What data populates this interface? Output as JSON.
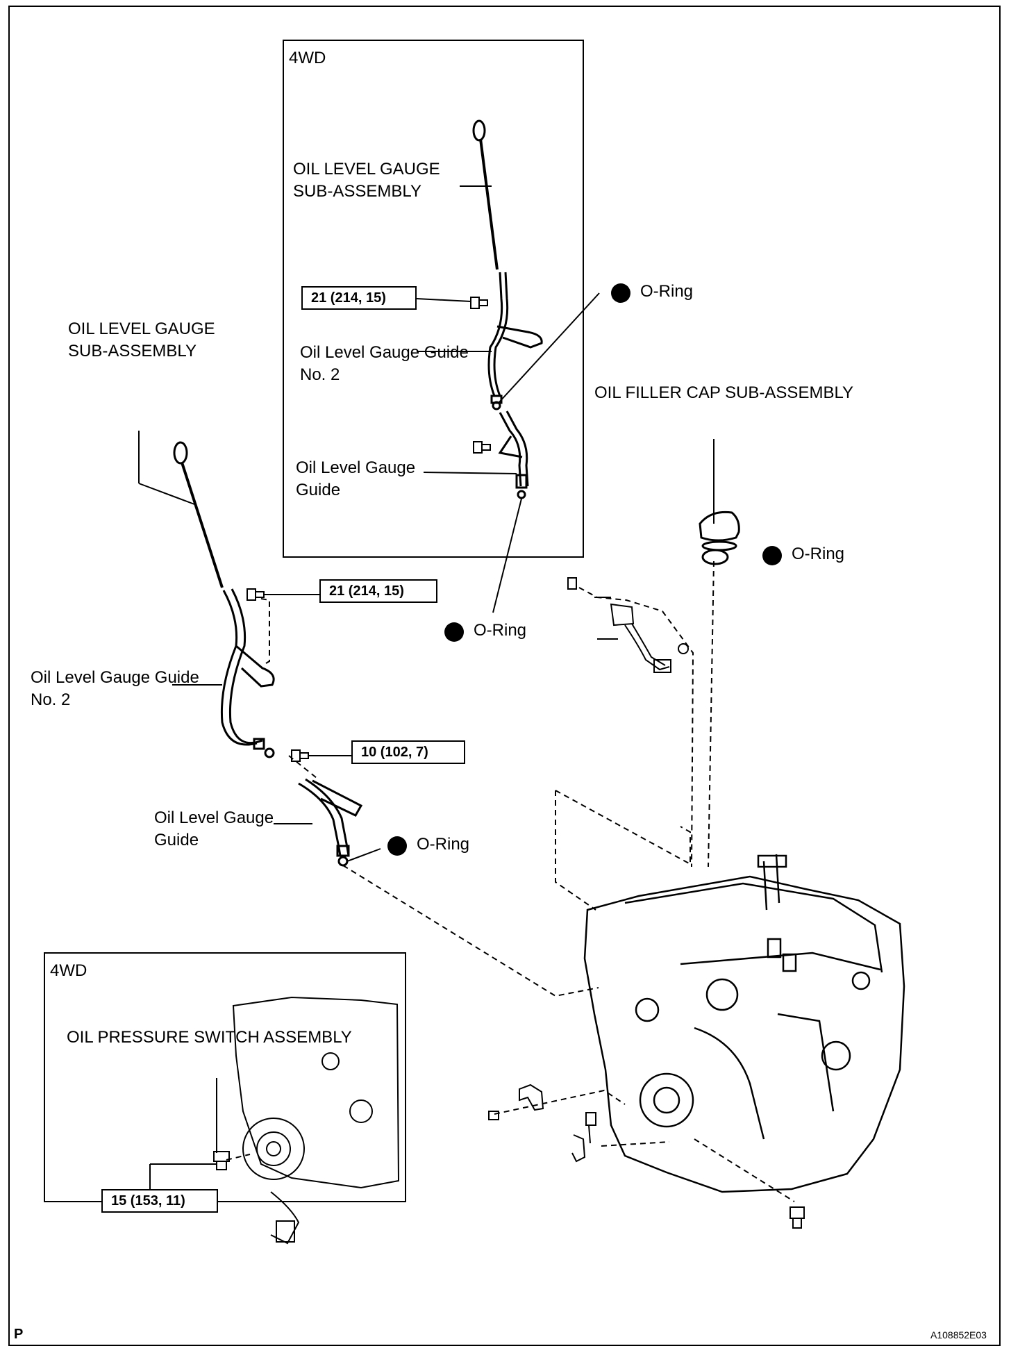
{
  "inset_top": {
    "title": "4WD"
  },
  "inset_bottom": {
    "title": "4WD",
    "part": "OIL PRESSURE SWITCH ASSEMBLY",
    "torque": "15 (153, 11)"
  },
  "labels": {
    "gauge_sub_4wd": "OIL LEVEL GAUGE\nSUB-ASSEMBLY",
    "guide2_4wd": "Oil Level Gauge Guide\nNo. 2",
    "guide_4wd": "Oil Level Gauge\nGuide",
    "gauge_sub_main": "OIL LEVEL GAUGE\nSUB-ASSEMBLY",
    "guide2_main": "Oil Level Gauge Guide\nNo. 2",
    "guide_main": "Oil Level Gauge\nGuide",
    "filler_cap": "OIL FILLER CAP SUB-ASSEMBLY",
    "oring": "O-Ring"
  },
  "torques": {
    "t_4wd_guide": "21 (214, 15)",
    "t_main_guide": "21 (214, 15)",
    "t_main_guide2": "10 (102, 7)"
  },
  "footer": {
    "left_mark": "P",
    "code": "A108852E03"
  }
}
